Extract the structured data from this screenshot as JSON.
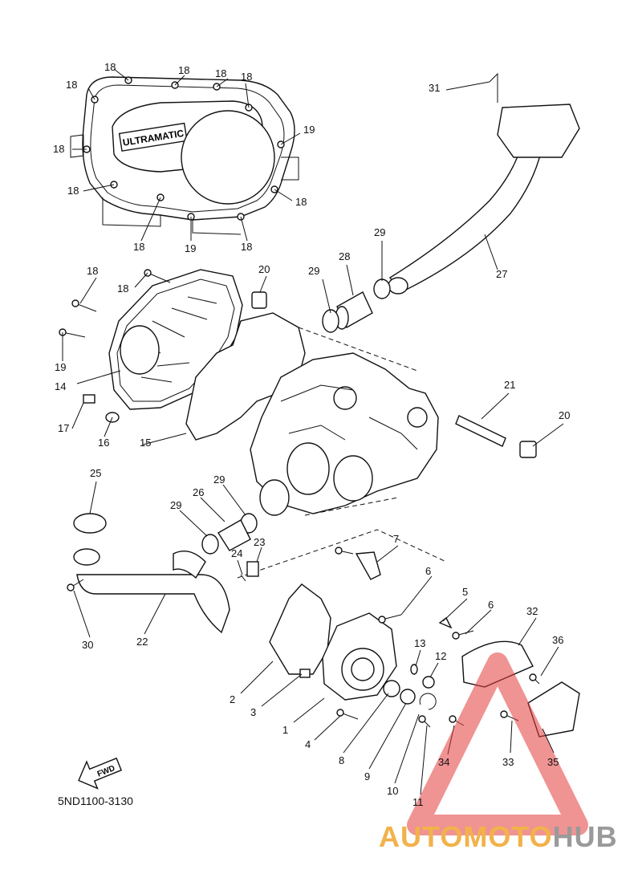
{
  "diagram": {
    "cover_brand": "ULTRAMATIC",
    "fwd_label": "FWD",
    "part_code": "5ND1100-3130",
    "watermark": {
      "part1": "AUTOMOTO",
      "part2": "HUB"
    },
    "colors": {
      "ink": "#111111",
      "watermark_orange": "#f2b24a",
      "watermark_gray": "#9a9a9a",
      "watermark_red": "#e23b3b"
    }
  },
  "callouts": {
    "c1": "1",
    "c2": "2",
    "c3": "3",
    "c4": "4",
    "c5": "5",
    "c6a": "6",
    "c6b": "6",
    "c7": "7",
    "c8": "8",
    "c9": "9",
    "c10": "10",
    "c11": "11",
    "c12": "12",
    "c13": "13",
    "c14": "14",
    "c15": "15",
    "c16": "16",
    "c17": "17",
    "c18a": "18",
    "c18b": "18",
    "c18c": "18",
    "c18d": "18",
    "c18e": "18",
    "c18f": "18",
    "c18g": "18",
    "c18h": "18",
    "c18i": "18",
    "c18j": "18",
    "c18k": "18",
    "c18l": "18",
    "c19a": "19",
    "c19b": "19",
    "c19c": "19",
    "c20a": "20",
    "c20b": "20",
    "c21": "21",
    "c22": "22",
    "c23": "23",
    "c24": "24",
    "c25": "25",
    "c26": "26",
    "c27": "27",
    "c28": "28",
    "c29a": "29",
    "c29b": "29",
    "c29c": "29",
    "c29d": "29",
    "c30": "30",
    "c31": "31",
    "c32": "32",
    "c33": "33",
    "c34": "34",
    "c35": "35",
    "c36": "36"
  }
}
